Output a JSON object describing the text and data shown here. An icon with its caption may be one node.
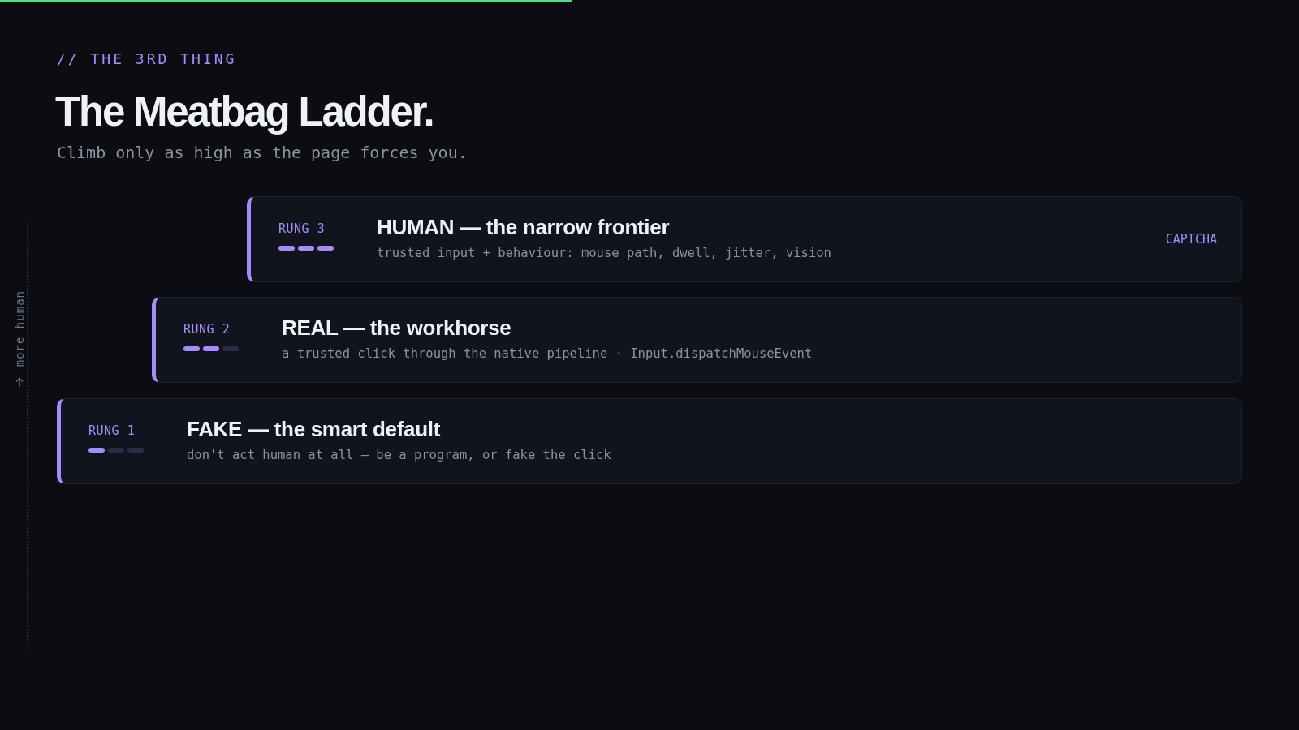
{
  "diagram": {
    "title": "The **Meatbag Ladder.**",
    "nodes": [
      {
        "text": [
          "RUNG 3",
          "HUMAN — the narrow frontier",
          "trusted input + behaviour: mouse path, dwell, jitter, vision",
          "CAPTCHA"
        ]
      },
      {
        "text": [
          "RUNG 2",
          "REAL — the workhorse",
          "a trusted click through the native pipeline · Input.dispatchMouseEvent"
        ]
      },
      {
        "text": [
          "RUNG 1",
          "FAKE — the smart default",
          "don't act human at all — be a program, or fake the click"
        ]
      }
    ],
    "labels": [
      "// THE 3RD THING",
      "Climb only as high as the page forces you.",
      "more human"
    ]
  }
}
